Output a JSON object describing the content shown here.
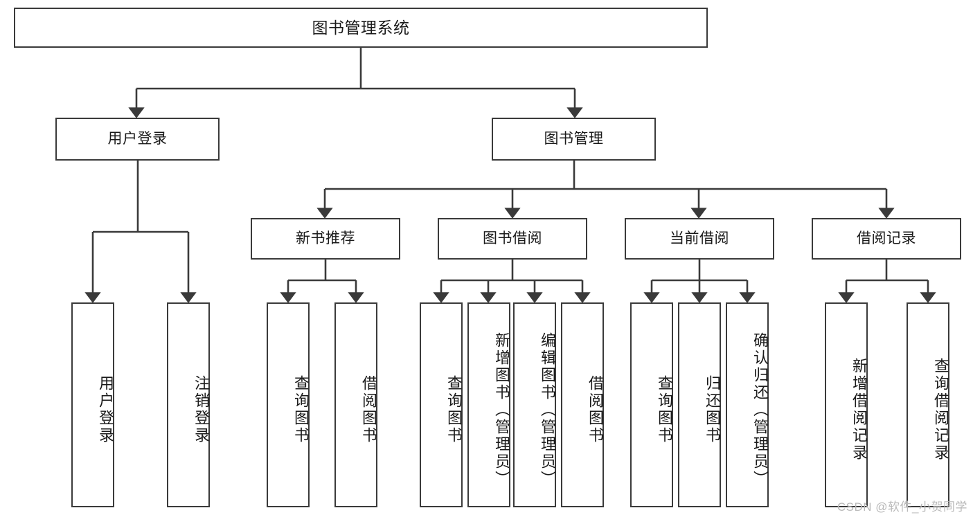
{
  "diagram": {
    "title": "图书管理系统",
    "type": "tree-hierarchy",
    "style": {
      "box_stroke": "#3a3a3a",
      "box_fill": "#ffffff",
      "connector_stroke": "#3a3a3a",
      "text_color": "#1a1a1a",
      "background": "#ffffff"
    },
    "root": {
      "label": "图书管理系统"
    },
    "level2": [
      {
        "label": "用户登录"
      },
      {
        "label": "图书管理"
      }
    ],
    "level3": [
      {
        "label": "新书推荐"
      },
      {
        "label": "图书借阅"
      },
      {
        "label": "当前借阅"
      },
      {
        "label": "借阅记录"
      }
    ],
    "leaves": {
      "user_login": [
        {
          "label": "用户登录"
        },
        {
          "label": "注销登录"
        }
      ],
      "new_book_recommend": [
        {
          "label": "查询图书"
        },
        {
          "label": "借阅图书"
        }
      ],
      "book_borrow": [
        {
          "label": "查询图书"
        },
        {
          "label": "新增图书（管理员）"
        },
        {
          "label": "编辑图书（管理员）"
        },
        {
          "label": "借阅图书"
        }
      ],
      "current_borrow": [
        {
          "label": "查询图书"
        },
        {
          "label": "归还图书"
        },
        {
          "label": "确认归还（管理员）"
        }
      ],
      "borrow_record": [
        {
          "label": "新增借阅记录"
        },
        {
          "label": "查询借阅记录"
        }
      ]
    }
  },
  "watermark": {
    "text": "CSDN @软件_小贺同学"
  }
}
